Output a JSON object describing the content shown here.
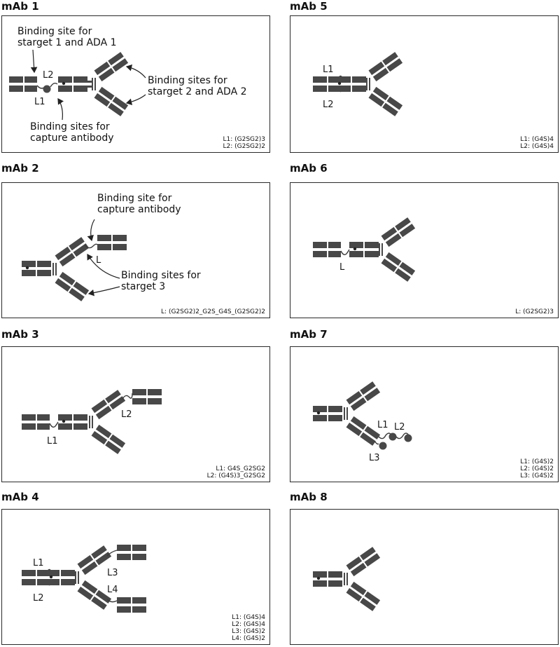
{
  "panels": [
    {
      "title": "mAb 1",
      "legend": [
        "L1: (G2SG2)3",
        "L2: (G2SG2)2"
      ],
      "labels": [
        "L2",
        "L1"
      ],
      "annotations": {
        "a1_line1": "Binding site for",
        "a1_line2": "starget 1 and ADA 1",
        "a2_line1": "Binding sites for",
        "a2_line2": "starget 2 and ADA 2",
        "a3_line1": "Binding sites for",
        "a3_line2": "capture antibody"
      }
    },
    {
      "title": "mAb 2",
      "legend": [
        "L: (G2SG2)2_G2S_G4S_(G2SG2)2"
      ],
      "labels": [
        "L"
      ],
      "annotations": {
        "a1_line1": "Binding site for",
        "a1_line2": "capture antibody",
        "a2_line1": "Binding sites for",
        "a2_line2": "starget 3"
      }
    },
    {
      "title": "mAb 3",
      "legend": [
        "L1: G4S_G2SG2",
        "L2: (G4S)3_G2SG2"
      ],
      "labels": [
        "L1",
        "L2"
      ]
    },
    {
      "title": "mAb 4",
      "legend": [
        "L1: (G4S)4",
        "L2: (G4S)4",
        "L3: (G4S)2",
        "L4: (G4S)2"
      ],
      "labels": [
        "L1",
        "L2",
        "L3",
        "L4"
      ]
    },
    {
      "title": "mAb 5",
      "legend": [
        "L1: (G4S)4",
        "L2: (G4S)4"
      ],
      "labels": [
        "L1",
        "L2"
      ]
    },
    {
      "title": "mAb 6",
      "legend": [
        "L: (G2SG2)3"
      ],
      "labels": [
        "L"
      ]
    },
    {
      "title": "mAb 7",
      "legend": [
        "L1: (G4S)2",
        "L2: (G4S)2",
        "L3: (G4S)2"
      ],
      "labels": [
        "L1",
        "L2",
        "L3"
      ]
    },
    {
      "title": "mAb 8",
      "legend": [],
      "labels": []
    }
  ]
}
